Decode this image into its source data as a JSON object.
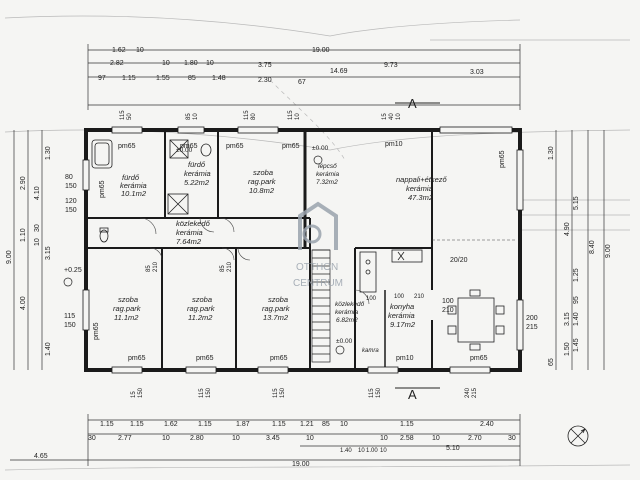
{
  "top_dims": {
    "row1": [
      "1.62",
      "10",
      "19.00"
    ],
    "row2": [
      "2.82",
      "10",
      "1.80",
      "10",
      "3.75",
      "14.69",
      "9.73"
    ],
    "row3": [
      "97",
      "1.15",
      "1.55",
      "85",
      "1.48",
      "2.30",
      "67",
      "3.03"
    ],
    "row4": [
      "115",
      "50",
      "85",
      "10",
      "115",
      "80",
      "115",
      "10",
      "15",
      "40",
      "10"
    ]
  },
  "section_marker": "A",
  "rooms": {
    "furdo1": {
      "name": "fürdő",
      "finish": "kerámia",
      "area": "10.1m2"
    },
    "furdo2": {
      "name": "fürdő",
      "finish": "kerámia",
      "area": "5.22m2"
    },
    "szoba_top": {
      "name": "szoba",
      "finish": "rag.park",
      "area": "10.8m2"
    },
    "lepcso": {
      "name": "lépcső",
      "finish": "kerámia",
      "area": "7.32m2"
    },
    "nappali": {
      "name": "nappali+étkező",
      "finish": "kerámia",
      "area": "47.3m2"
    },
    "kozlekedo": {
      "name": "közlekedő",
      "finish": "kerámia",
      "area": "7.64m2"
    },
    "szoba1": {
      "name": "szoba",
      "finish": "rag.park",
      "area": "11.1m2"
    },
    "szoba2": {
      "name": "szoba",
      "finish": "rag.park",
      "area": "11.2m2"
    },
    "szoba3": {
      "name": "szoba",
      "finish": "rag.park",
      "area": "13.7m2"
    },
    "kozlekedo2": {
      "name": "közlekedő",
      "finish": "kerámia",
      "area": "6.82m2"
    },
    "konyha": {
      "name": "konyha",
      "finish": "kerámia",
      "area": "9.17m2"
    },
    "kamra": {
      "name": "kamra",
      "finish": "",
      "area": ""
    }
  },
  "pm_labels": {
    "p1": "pm65",
    "p2": "pm65",
    "p3": "pm65",
    "p4": "pm65",
    "p5": "pm10",
    "p6": "pm65",
    "p7": "pm65",
    "p8": "pm65",
    "p9": "pm65",
    "p10": "pm65",
    "p11": "pm65",
    "p12": "pm10",
    "p13": "pm65"
  },
  "level_labels": {
    "l1": "±0.00",
    "l2": "±0.00",
    "l3": "+0.25",
    "l4": "±0.00",
    "l5": "20/20"
  },
  "opening_labels": {
    "o1": "80",
    "o2": "150",
    "o3": "120",
    "o4": "150",
    "o5": "100",
    "o6": "210",
    "o7": "115",
    "o8": "150",
    "o9": "200",
    "o10": "215",
    "o11": "85",
    "o12": "210",
    "o13": "85",
    "o14": "210",
    "o15": "100",
    "o16": "210",
    "o17": "100"
  },
  "left_dims": [
    "1.30",
    "2.90",
    "4.10",
    "1.10",
    "3.15",
    "9.00",
    "4.00",
    "1.40",
    "30",
    "10"
  ],
  "right_dims": [
    "1.30",
    "5.15",
    "4.90",
    "8.40",
    "9.00",
    "1.25",
    "95",
    "1.40",
    "3.15",
    "1.50",
    "1.45",
    "65"
  ],
  "bottom_dims": {
    "row1": [
      "15",
      "150",
      "115",
      "150",
      "115",
      "150",
      "115",
      "150",
      "240",
      "215"
    ],
    "row2": [
      "1.15",
      "1.15",
      "1.62",
      "1.15",
      "1.87",
      "1.15",
      "1.21",
      "85",
      "10",
      "1.15",
      "2.40"
    ],
    "row3": [
      "30",
      "2.77",
      "10",
      "2.80",
      "10",
      "3.45",
      "10",
      "10",
      "2.58",
      "10",
      "2.70",
      "30"
    ],
    "row4": [
      "1.40",
      "10",
      "1.00",
      "10",
      "5.10"
    ],
    "row5": [
      "4.65",
      "19.00"
    ]
  },
  "watermark": {
    "line1": "OTTHON",
    "line2": "CENTRUM"
  }
}
